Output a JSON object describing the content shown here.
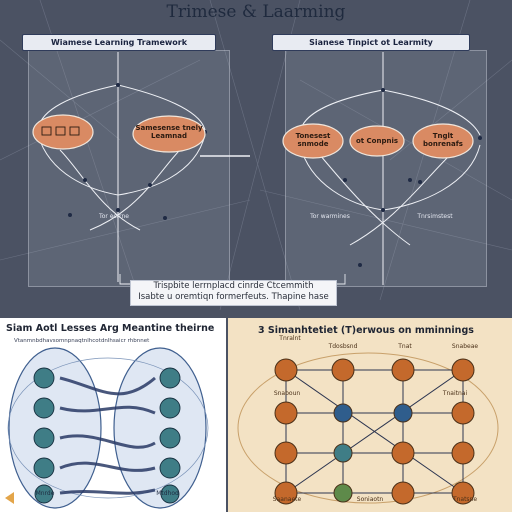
{
  "title": "Trimese & Laarming",
  "panels": {
    "left": {
      "banner": "Wiamese Learning Tramework",
      "nodes": [
        "",
        "Samesense tnely\nLeamnad"
      ],
      "small_label": "Tor ecrrne"
    },
    "right": {
      "banner": "Sianese Tinpict ot Learmity",
      "nodes": [
        "Tonesest\nsnmode",
        "ot Conpnis",
        "Tnglt\nbonrenafs"
      ],
      "small_labels": [
        "Tor warmines",
        "Tnrsimstest"
      ]
    }
  },
  "caption": {
    "line1": "Trispbite lerrnplacd cinrde Ctcemmith",
    "line2": "Isabte u oremtiqn formerfeuts.  Thapine hase"
  },
  "bottom_left": {
    "title": "Siam Aotl Lesses Arg Meantine theirne",
    "subtitle": "Vtanmnbdhavsomnpnaqtnlhcotdnlhsaicr rhbnnet",
    "node_labels": [
      "Mnrde",
      "Mtdhod"
    ]
  },
  "bottom_right": {
    "title": "3 Simanhtetiet (T)erwous on mminnings",
    "node_labels": [
      "Tnralnt",
      "Tdosbsnd",
      "Tnat",
      "Snabeae",
      "Snaboun",
      "Tnaitnai"
    ],
    "bottom_labels": [
      "Saanaete",
      "Soniaotn",
      "Tnatsne"
    ]
  },
  "colors": {
    "background": "#4b5263",
    "node_orange": "#d98a63",
    "node_blue": "#2f5d8c",
    "accent_orange": "#c4692c",
    "bottom_right_bg": "#f3e2c4",
    "bottom_left_bg": "#ffffff"
  }
}
